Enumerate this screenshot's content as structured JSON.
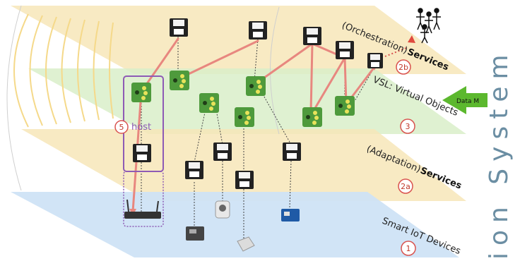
{
  "layers": {
    "orchestration": {
      "label": "(Orchestration)",
      "bold": "Services",
      "badge": "2b"
    },
    "vsl": {
      "label": "VSL: Virtual Objects",
      "badge": "3"
    },
    "adaptation": {
      "label": "(Adaptation)",
      "bold": "Services",
      "badge": "2a"
    },
    "devices": {
      "label": "Smart IoT Devices",
      "badge": "1"
    }
  },
  "host": {
    "label": "host",
    "badge": "5"
  },
  "data_arrow": {
    "label": "Data M"
  },
  "side_title": "ion   System",
  "colors": {
    "orchestration_fill": "#f7e6b8",
    "vsl_fill": "#d9efc9",
    "adaptation_fill": "#f7e6b8",
    "devices_fill": "#cfe3f5",
    "red_link": "#e8877f",
    "host_box": "#8e5bb5",
    "green_arrow": "#5cb82e",
    "badge_ring": "#d9534f"
  }
}
